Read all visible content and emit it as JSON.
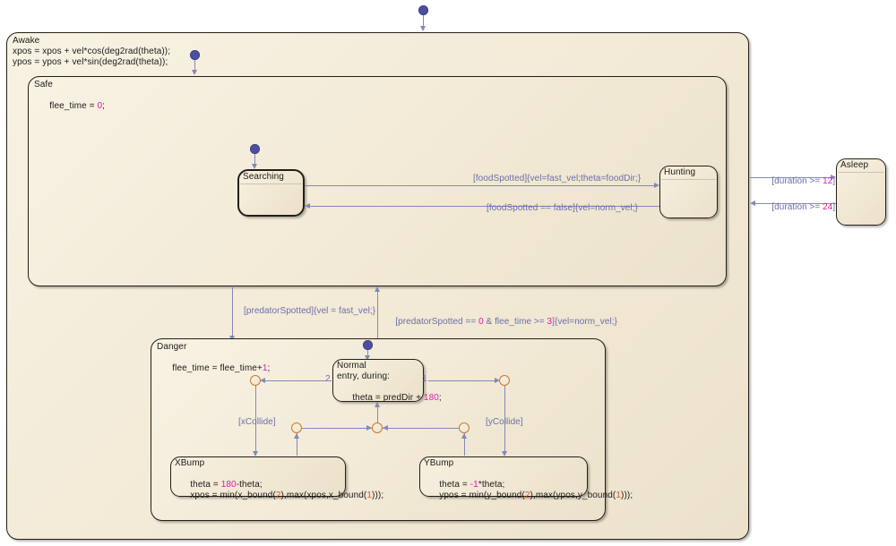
{
  "diagram": {
    "type": "stateflow-chart",
    "colors": {
      "state_fill": "#f3ead7",
      "state_border": "#231f16",
      "transition": "#8288b8",
      "transition_label": "#6a6fa8",
      "literal": "#e018b4",
      "junction": "#c77a2a",
      "default_dot": "#4a4f9e",
      "canvas": "#ffffff"
    }
  },
  "states": {
    "awake": {
      "name": "Awake",
      "action_1": "xpos = xpos + vel*cos(deg2rad(theta));",
      "action_2": "ypos = ypos + vel*sin(deg2rad(theta));"
    },
    "safe": {
      "name": "Safe",
      "action_1": "flee_time = ",
      "action_1_num": "0",
      "action_1_end": ";"
    },
    "searching": {
      "name": "Searching",
      "active": true
    },
    "hunting": {
      "name": "Hunting"
    },
    "asleep": {
      "name": "Asleep"
    },
    "danger": {
      "name": "Danger",
      "action_1": "flee_time = flee_time+",
      "action_1_num": "1",
      "action_1_end": ";"
    },
    "normal": {
      "name": "Normal",
      "action_1": "entry, during:",
      "action_2": "theta = predDir + ",
      "action_2_num": "180",
      "action_2_end": ";"
    },
    "xbump": {
      "name": "XBump",
      "action_1": "theta = ",
      "action_1_num": "180",
      "action_1_end": "-theta;",
      "action_2": "xpos = min(x_bound(",
      "action_2_num": "2",
      "action_2_mid": "),max(xpos,x_bound(",
      "action_2_num2": "1",
      "action_2_end": ")));"
    },
    "ybump": {
      "name": "YBump",
      "action_1": "theta = ",
      "action_1_num": "-1",
      "action_1_end": "*theta;",
      "action_2": "ypos = min(y_bound(",
      "action_2_num": "2",
      "action_2_mid": "),max(ypos,y_bound(",
      "action_2_num2": "1",
      "action_2_end": ")));"
    }
  },
  "transitions": {
    "searching_to_hunting": {
      "label": "[foodSpotted]{vel=fast_vel;theta=foodDir;}"
    },
    "hunting_to_searching": {
      "label": "[foodSpotted == false]{vel=norm_vel;}"
    },
    "awake_to_asleep": {
      "label_pre": "[duration >= ",
      "label_num": "12",
      "label_post": "]"
    },
    "asleep_to_awake": {
      "label_pre": "[duration >= ",
      "label_num": "24",
      "label_post": "]"
    },
    "safe_to_danger": {
      "label": "[predatorSpotted]{vel = fast_vel;}"
    },
    "danger_to_safe": {
      "label_pre": "[predatorSpotted == ",
      "label_num": "0",
      "label_mid": " & flee_time >= ",
      "label_num2": "3",
      "label_post": "]{vel=norm_vel;}"
    },
    "x_collide": {
      "label": "[xCollide]"
    },
    "y_collide": {
      "label": "[yCollide]"
    },
    "normal_junction_left": {
      "order": "2"
    },
    "normal_junction_right": {
      "order": "1"
    }
  }
}
